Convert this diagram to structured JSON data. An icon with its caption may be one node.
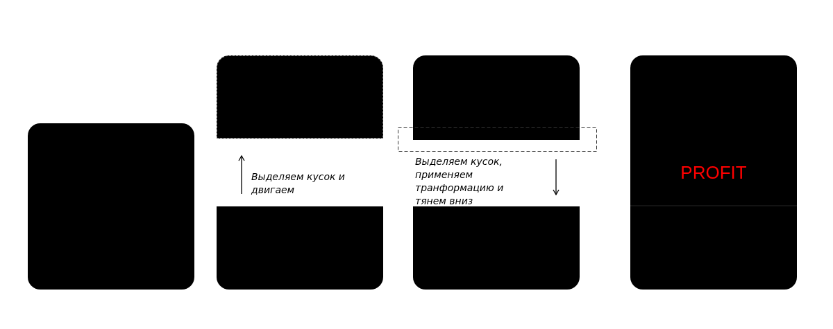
{
  "diagram": {
    "nodes": [
      {
        "text": [],
        "shape": "box"
      },
      {
        "text": [],
        "shape": "box"
      },
      {
        "text": [],
        "shape": "box"
      },
      {
        "text": [],
        "shape": "box"
      },
      {
        "text": [],
        "shape": "box"
      },
      {
        "text": [
          "PROFIT"
        ]
      }
    ],
    "labels": [
      "Выделяем кусок и двигаем",
      "Выделяем кусок, применяем транформацию и тянем вниз"
    ]
  }
}
